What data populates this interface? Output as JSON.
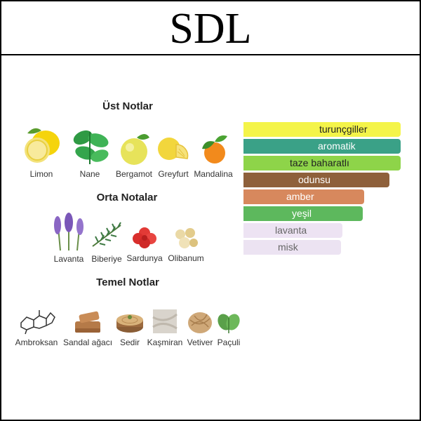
{
  "brand": "SDL",
  "top_notes": {
    "title": "Üst Notlar",
    "items": [
      {
        "label": "Limon",
        "icon": "lemon-icon"
      },
      {
        "label": "Nane",
        "icon": "mint-icon"
      },
      {
        "label": "Bergamot",
        "icon": "bergamot-icon"
      },
      {
        "label": "Greyfurt",
        "icon": "grapefruit-icon"
      },
      {
        "label": "Mandalina",
        "icon": "mandarin-icon"
      }
    ]
  },
  "middle_notes": {
    "title": "Orta Notalar",
    "items": [
      {
        "label": "Lavanta",
        "icon": "lavender-icon"
      },
      {
        "label": "Biberiye",
        "icon": "rosemary-icon"
      },
      {
        "label": "Sardunya",
        "icon": "geranium-icon"
      },
      {
        "label": "Olibanum",
        "icon": "olibanum-icon"
      }
    ]
  },
  "base_notes": {
    "title": "Temel Notlar",
    "items": [
      {
        "label": "Ambroksan",
        "icon": "ambroxan-molecule-icon"
      },
      {
        "label": "Sandal ağacı",
        "icon": "sandalwood-icon"
      },
      {
        "label": "Sedir",
        "icon": "cedar-icon"
      },
      {
        "label": "Kaşmiran",
        "icon": "cashmeran-icon"
      },
      {
        "label": "Vetiver",
        "icon": "vetiver-icon"
      },
      {
        "label": "Paçuli",
        "icon": "patchouli-icon"
      }
    ]
  },
  "accords": [
    {
      "label": "turunçgiller",
      "strength": 1.0,
      "color": "#f4f449",
      "text_color": "#222222"
    },
    {
      "label": "aromatik",
      "strength": 1.0,
      "color": "#3aa187",
      "text_color": "#ffffff"
    },
    {
      "label": "taze baharatlı",
      "strength": 1.0,
      "color": "#8ed449",
      "text_color": "#222222"
    },
    {
      "label": "odunsu",
      "strength": 0.93,
      "color": "#8e603b",
      "text_color": "#ffffff"
    },
    {
      "label": "amber",
      "strength": 0.77,
      "color": "#d7885d",
      "text_color": "#ffffff"
    },
    {
      "label": "yeşil",
      "strength": 0.76,
      "color": "#5db85d",
      "text_color": "#ffffff"
    },
    {
      "label": "lavanta",
      "strength": 0.63,
      "color": "#ede3f3",
      "text_color": "#666666"
    },
    {
      "label": "misk",
      "strength": 0.62,
      "color": "#ece3f2",
      "text_color": "#666666"
    }
  ]
}
